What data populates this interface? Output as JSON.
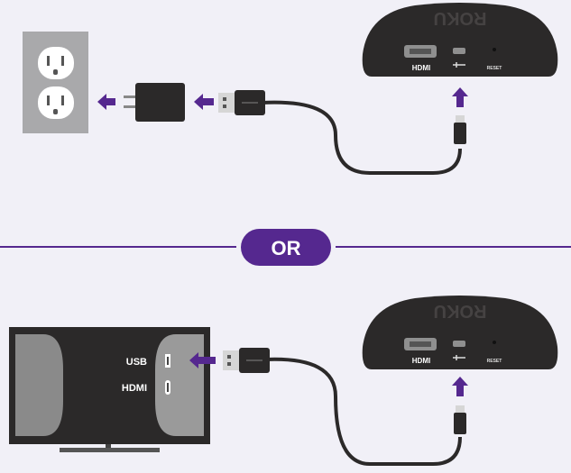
{
  "divider": {
    "label": "OR"
  },
  "device": {
    "brand": "ROKU",
    "port_hdmi": "HDMI",
    "port_reset": "RESET"
  },
  "tv": {
    "usb_label": "USB",
    "hdmi_label": "HDMI"
  },
  "colors": {
    "background": "#f1f0f7",
    "accent": "#55288f",
    "device": "#2b2929",
    "outlet": "#a9a9ab"
  }
}
